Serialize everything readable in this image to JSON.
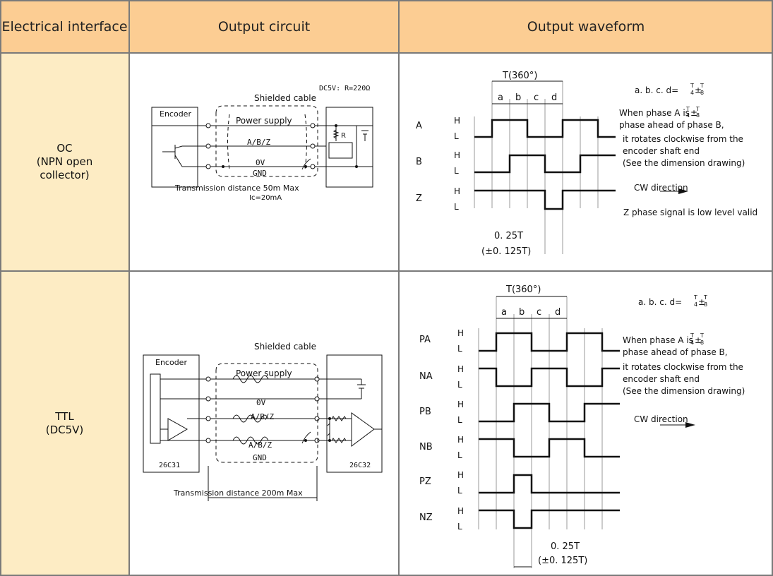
{
  "header": {
    "col1": "Electrical interface",
    "col2": "Output circuit",
    "col3": "Output waveform"
  },
  "oc": {
    "name": "OC",
    "desc1": "(NPN open",
    "desc2": "collector)",
    "circuit": {
      "encoder": "Encoder",
      "shielded": "Shielded cable",
      "power": "Power supply",
      "abz": "A/B/Z",
      "zero_v": "0V",
      "gnd": "GND",
      "dc5v": "DC5V: R=220Ω",
      "r": "R",
      "distance": "Transmission distance 50m Max",
      "ic": "Ic=20mA"
    },
    "wave": {
      "period": "T(360°)",
      "a": "a",
      "b": "b",
      "c": "c",
      "d": "d",
      "formula_prefix": "a. b. c. d=",
      "formula_t1": "T",
      "formula_41": "4",
      "formula_pm": "±",
      "formula_t2": "T",
      "formula_81": "8",
      "note1_prefix": "When phase A is",
      "note1_t1": "T",
      "note1_4": "4",
      "note1_pm": "±",
      "note1_t2": "T",
      "note1_8": "8",
      "note2": "phase ahead of phase B,",
      "note3": "it rotates clockwise from the",
      "note4": "encoder shaft end",
      "note5": "(See the dimension drawing)",
      "cw": "CW direction",
      "zlow": "Z phase signal is low level valid",
      "q1": "0. 25T",
      "q2": "(±0. 125T)",
      "ch_a": "A",
      "ch_b": "B",
      "ch_z": "Z",
      "h": "H",
      "l": "L"
    }
  },
  "ttl": {
    "name": "TTL",
    "desc": "(DC5V)",
    "circuit": {
      "encoder": "Encoder",
      "shielded": "Shielded cable",
      "power": "Power supply",
      "zero_v": "0V",
      "abz": "A/B/Z",
      "abz_bar": "A/B/Z",
      "gnd": "GND",
      "chip1": "26C31",
      "chip2": "26C32",
      "distance": "Transmission distance 200m Max"
    },
    "wave": {
      "period": "T(360°)",
      "a": "a",
      "b": "b",
      "c": "c",
      "d": "d",
      "formula_prefix": "a. b. c. d=",
      "formula_t1": "T",
      "formula_41": "4",
      "formula_pm": "±",
      "formula_t2": "T",
      "formula_81": "8",
      "note1_prefix": "When phase A is",
      "note1_t1": "T",
      "note1_4": "4",
      "note1_pm": "±",
      "note1_t2": "T",
      "note1_8": "8",
      "note2": "phase ahead of phase B,",
      "note3": "it rotates clockwise from the",
      "note4": "encoder shaft end",
      "note5": "(See the dimension drawing)",
      "cw": "CW direction",
      "q1": "0. 25T",
      "q2": "(±0. 125T)",
      "ch_pa": "PA",
      "ch_na": "NA",
      "ch_pb": "PB",
      "ch_nb": "NB",
      "ch_pz": "PZ",
      "ch_nz": "NZ",
      "h": "H",
      "l": "L"
    }
  }
}
